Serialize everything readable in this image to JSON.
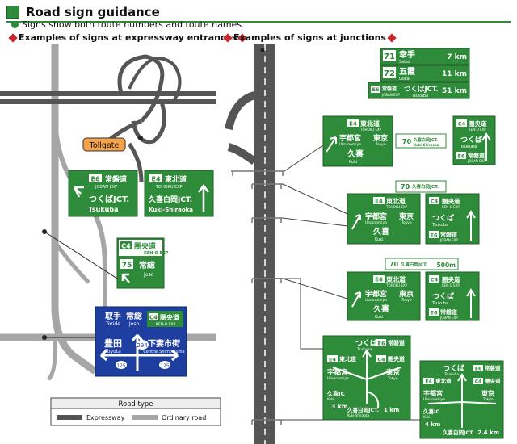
{
  "header": {
    "title": "Road sign guidance"
  },
  "subtitle": "Signs show both route numbers and route names.",
  "sections": {
    "expressway": "Examples of signs at expressway entrances",
    "junctions": "Examples of signs at junctions"
  },
  "tollgate": "Tollgate",
  "legend": {
    "title": "Road type",
    "expressway": "Expressway",
    "ordinary": "Ordinary road"
  },
  "colors": {
    "sign_green": "#2e8b3a",
    "sign_blue": "#1e3fa0",
    "tollgate": "#f3a34b",
    "expressway_road": "#555555",
    "ordinary_road": "#a6a6a6",
    "accent_red": "#c7282e"
  },
  "entrance_signs": {
    "joban": {
      "route": "E6",
      "name_jp": "常磐道",
      "name_en": "JOBAN EXP",
      "dest_jp": "つくばJCT.",
      "dest_en": "Tsukuba"
    },
    "tohoku": {
      "route": "E4",
      "name_jp": "東北道",
      "name_en": "TOHOKU EXP",
      "dest_jp": "久喜白岡JCT.",
      "dest_en": "Kuki-Shiraoka"
    },
    "keno": {
      "route": "C4",
      "name_jp": "圏央道",
      "name_en": "KEN-O EXP",
      "num": "75",
      "dest_jp": "常総",
      "dest_en": "Joso"
    }
  },
  "blue_sign": {
    "t1_jp": "取手",
    "t1_en": "Toride",
    "t2_jp": "常総",
    "t2_en": "Joso",
    "route": "C4",
    "route_name_jp": "圏央道",
    "route_name_en": "KEN-O EXP",
    "left_jp": "豊田",
    "left_en": "Toyota",
    "right_jp": "下妻市街",
    "right_en": "Central Shimotsuma",
    "route_294": "294",
    "route_125a": "125",
    "route_125b": "125"
  },
  "distance_signs": [
    {
      "num": "71",
      "jp": "幸手",
      "en": "Satte",
      "dist": "7 km"
    },
    {
      "num": "72",
      "jp": "五霞",
      "en": "Goka",
      "dist": "11 km"
    },
    {
      "num": "E6",
      "jp": "常磐道",
      "en": "JOBAN EXP",
      "dest": "つくばJCT.",
      "dest_en": "Tsukuba",
      "dist": "51 km"
    }
  ],
  "junction": {
    "tohoku": {
      "route": "E4",
      "jp": "東北道",
      "en": "TOHOKU EXP"
    },
    "keno": {
      "route": "C4",
      "jp": "圏央道",
      "en": "KEN-O EXP"
    },
    "joban": {
      "route": "E6",
      "jp": "常磐道",
      "en": "JOBAN EXP"
    },
    "utsunomiya_jp": "宇都宮",
    "utsunomiya_en": "Utsunomiya",
    "tokyo_jp": "東京",
    "tokyo_en": "Tokyo",
    "kuki_jp": "久喜",
    "kuki_en": "Kuki",
    "tsukuba_jp": "つくば",
    "tsukuba_en": "Tsukuba",
    "kuki_jct_jp": "久喜白岡JCT.",
    "kuki_jct_en": "Kuki-Shiraoka",
    "exit_num": "70",
    "d500": "500m",
    "d1": "1 km",
    "d3": "3 km",
    "d4": "4 km",
    "d24": "2.4 km",
    "kuki_ic_jp": "久喜IC",
    "kuki_ic_en": "Kuki"
  }
}
